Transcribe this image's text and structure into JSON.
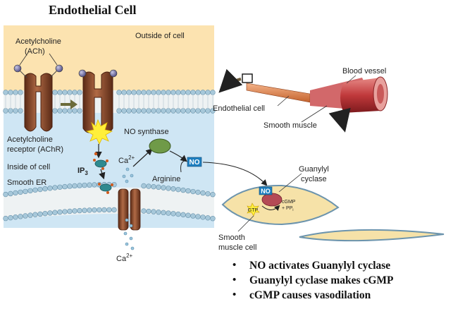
{
  "title": "Endothelial Cell",
  "labels": {
    "outside": "Outside of cell",
    "ach_line1": "Acetylcholine",
    "ach_line2": "(ACh)",
    "achr_line1": "Acetylcholine",
    "achr_line2": "receptor (AChR)",
    "inside": "Inside of cell",
    "smooth_er": "Smooth ER",
    "ip3": "IP",
    "ip3_sub": "3",
    "ca_top": "Ca",
    "ca_top_sup": "2+",
    "ca_bottom": "Ca",
    "ca_bottom_sup": "2+",
    "no_synthase": "NO synthase",
    "arginine": "Arginine",
    "no_tag": "NO",
    "blood_vessel": "Blood vessel",
    "endothelial": "Endothelial cell",
    "smooth_muscle": "Smooth muscle",
    "guanylyl_line1": "Guanylyl",
    "guanylyl_line2": "cyclase",
    "no_tag2": "NO",
    "gtp": "GTP",
    "cgmp_line1": "cGMP",
    "cgmp_line2": "+ PP",
    "cgmp_sub": "i",
    "smc_line1": "Smooth",
    "smc_line2": "muscle cell"
  },
  "bullets": [
    "NO activates Guanylyl cyclase",
    "Guanylyl cyclase makes cGMP",
    "cGMP causes vasodilation"
  ],
  "colors": {
    "outside_bg": "#fce3b0",
    "inside_bg": "#cfe6f4",
    "membrane_head": "#9ec3d6",
    "receptor": "#8a4a2e",
    "no_tag_bg": "#1e7fc0",
    "vessel": "#c0393b",
    "muscle_cell": "#f6e2a8"
  }
}
